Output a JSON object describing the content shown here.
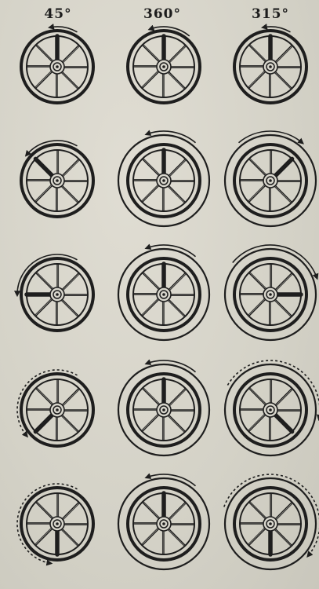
{
  "column_labels": [
    "45°",
    "360°",
    "315°"
  ],
  "grid": {
    "rows": 5,
    "columns": 3
  },
  "wheels": [
    [
      {
        "highlighted_spoke_deg": 0,
        "rotation_arrow": "counter-clockwise",
        "outer_rim": false
      },
      {
        "highlighted_spoke_deg": 0,
        "rotation_arrow": "counter-clockwise",
        "outer_rim": false
      },
      {
        "highlighted_spoke_deg": 0,
        "rotation_arrow": "counter-clockwise",
        "outer_rim": false
      }
    ],
    [
      {
        "highlighted_spoke_deg": 315,
        "rotation_arrow": "counter-clockwise",
        "outer_rim": false
      },
      {
        "highlighted_spoke_deg": 0,
        "rotation_arrow": "counter-clockwise",
        "outer_rim": true
      },
      {
        "highlighted_spoke_deg": 45,
        "rotation_arrow": "clockwise",
        "outer_rim": true
      }
    ],
    [
      {
        "highlighted_spoke_deg": 270,
        "rotation_arrow": "counter-clockwise",
        "outer_rim": false
      },
      {
        "highlighted_spoke_deg": 0,
        "rotation_arrow": "counter-clockwise",
        "outer_rim": true
      },
      {
        "highlighted_spoke_deg": 90,
        "rotation_arrow": "clockwise",
        "outer_rim": true
      }
    ],
    [
      {
        "highlighted_spoke_deg": 225,
        "rotation_arrow": "counter-clockwise",
        "outer_rim": false
      },
      {
        "highlighted_spoke_deg": 0,
        "rotation_arrow": "counter-clockwise",
        "outer_rim": true
      },
      {
        "highlighted_spoke_deg": 135,
        "rotation_arrow": "clockwise",
        "outer_rim": true
      }
    ],
    [
      {
        "highlighted_spoke_deg": 180,
        "rotation_arrow": "counter-clockwise",
        "outer_rim": false
      },
      {
        "highlighted_spoke_deg": 0,
        "rotation_arrow": "counter-clockwise",
        "outer_rim": true
      },
      {
        "highlighted_spoke_deg": 180,
        "rotation_arrow": "clockwise",
        "outer_rim": true
      }
    ]
  ],
  "colors": {
    "ink": "#1e1e1e",
    "paper": "#d8d6cc"
  }
}
